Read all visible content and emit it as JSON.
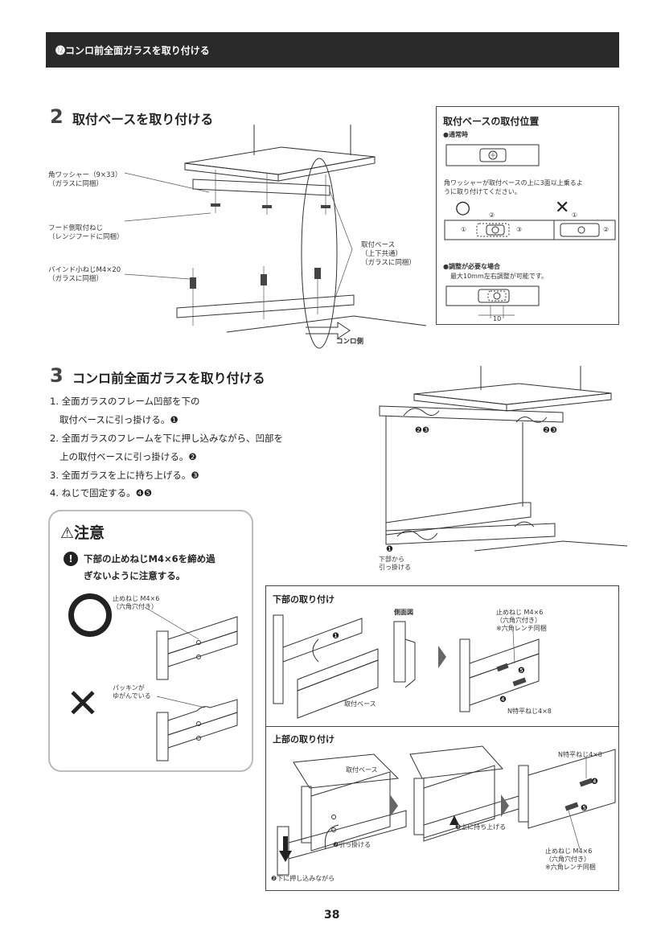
{
  "header": {
    "banner": "⓬コンロ前全面ガラスを取り付ける"
  },
  "step2": {
    "number": "2",
    "title": "取付ベースを取り付ける",
    "labels": {
      "washer_1": "角ワッシャー（9×33）",
      "washer_2": "（ガラスに同梱）",
      "hood_screw_1": "フード側取付ねじ",
      "hood_screw_2": "（レンジフードに同梱）",
      "bind_screw_1": "バインド小ねじM4×20",
      "bind_screw_2": "（ガラスに同梱）",
      "base_1": "取付ベース",
      "base_2": "（上下共通）",
      "base_3": "（ガラスに同梱）",
      "stove_side": "コンロ側"
    },
    "position_box": {
      "title": "取付ベースの取付位置",
      "normal": "●通常時",
      "note_1": "角ワッシャーが取付ベースの上に3面以上乗るよ",
      "note_2": "うに取り付けてください。",
      "ok_mark": "○",
      "ng_mark": "✕",
      "c1": "①",
      "c2": "②",
      "c3": "③",
      "adjust_title": "●調整が必要な場合",
      "adjust_note": "最大10mm左右調整が可能です。",
      "dim": "10"
    }
  },
  "step3": {
    "number": "3",
    "title": "コンロ前全面ガラスを取り付ける",
    "steps": [
      "1. 全面ガラスのフレーム凹部を下の",
      "取付ベースに引っ掛ける。❶",
      "2. 全面ガラスのフレームを下に押し込みながら、凹部を",
      "上の取付ベースに引っ掛ける。❷",
      "3. 全面ガラスを上に持ち上げる。❸",
      "4. ねじで固定する。❹❺"
    ],
    "main_labels": {
      "m23a": "❷❸",
      "m23b": "❷❸",
      "m1": "❶",
      "from_bottom_1": "下部から",
      "from_bottom_2": "引っ掛ける"
    }
  },
  "caution": {
    "title": "⚠注意",
    "warn_icon": "!",
    "text_1": "下部の止めねじM4×6を締め過",
    "text_2": "ぎないように注意する。",
    "ok_label_1": "止めねじ M4×6",
    "ok_label_2": "（六角穴付き）",
    "ng_label_1": "パッキンが",
    "ng_label_2": "ゆがんでいる"
  },
  "detail": {
    "lower_title": "下部の取り付け",
    "side_view": "側面図",
    "lower_m1": "❶",
    "lower_base": "取付ベース",
    "stop_screw_1": "止めねじ M4×6",
    "stop_screw_2": "（六角穴付き）",
    "stop_screw_3": "※六角レンチ同梱",
    "lower_m5": "❺",
    "lower_m4": "❹",
    "n_screw": "N特平ねじ4×8",
    "upper_title": "上部の取り付け",
    "upper_base": "取付ベース",
    "hook": "❷引っ掛ける",
    "push_down": "❷下に押し込みながら",
    "lift_up": "❸上に持ち上げる",
    "up_n_screw": "N特平ねじ4×8",
    "up_m4": "❹",
    "up_m5": "❺",
    "up_stop_1": "止めねじ M4×6",
    "up_stop_2": "（六角穴付き）",
    "up_stop_3": "※六角レンチ同梱"
  },
  "page_number": "38"
}
